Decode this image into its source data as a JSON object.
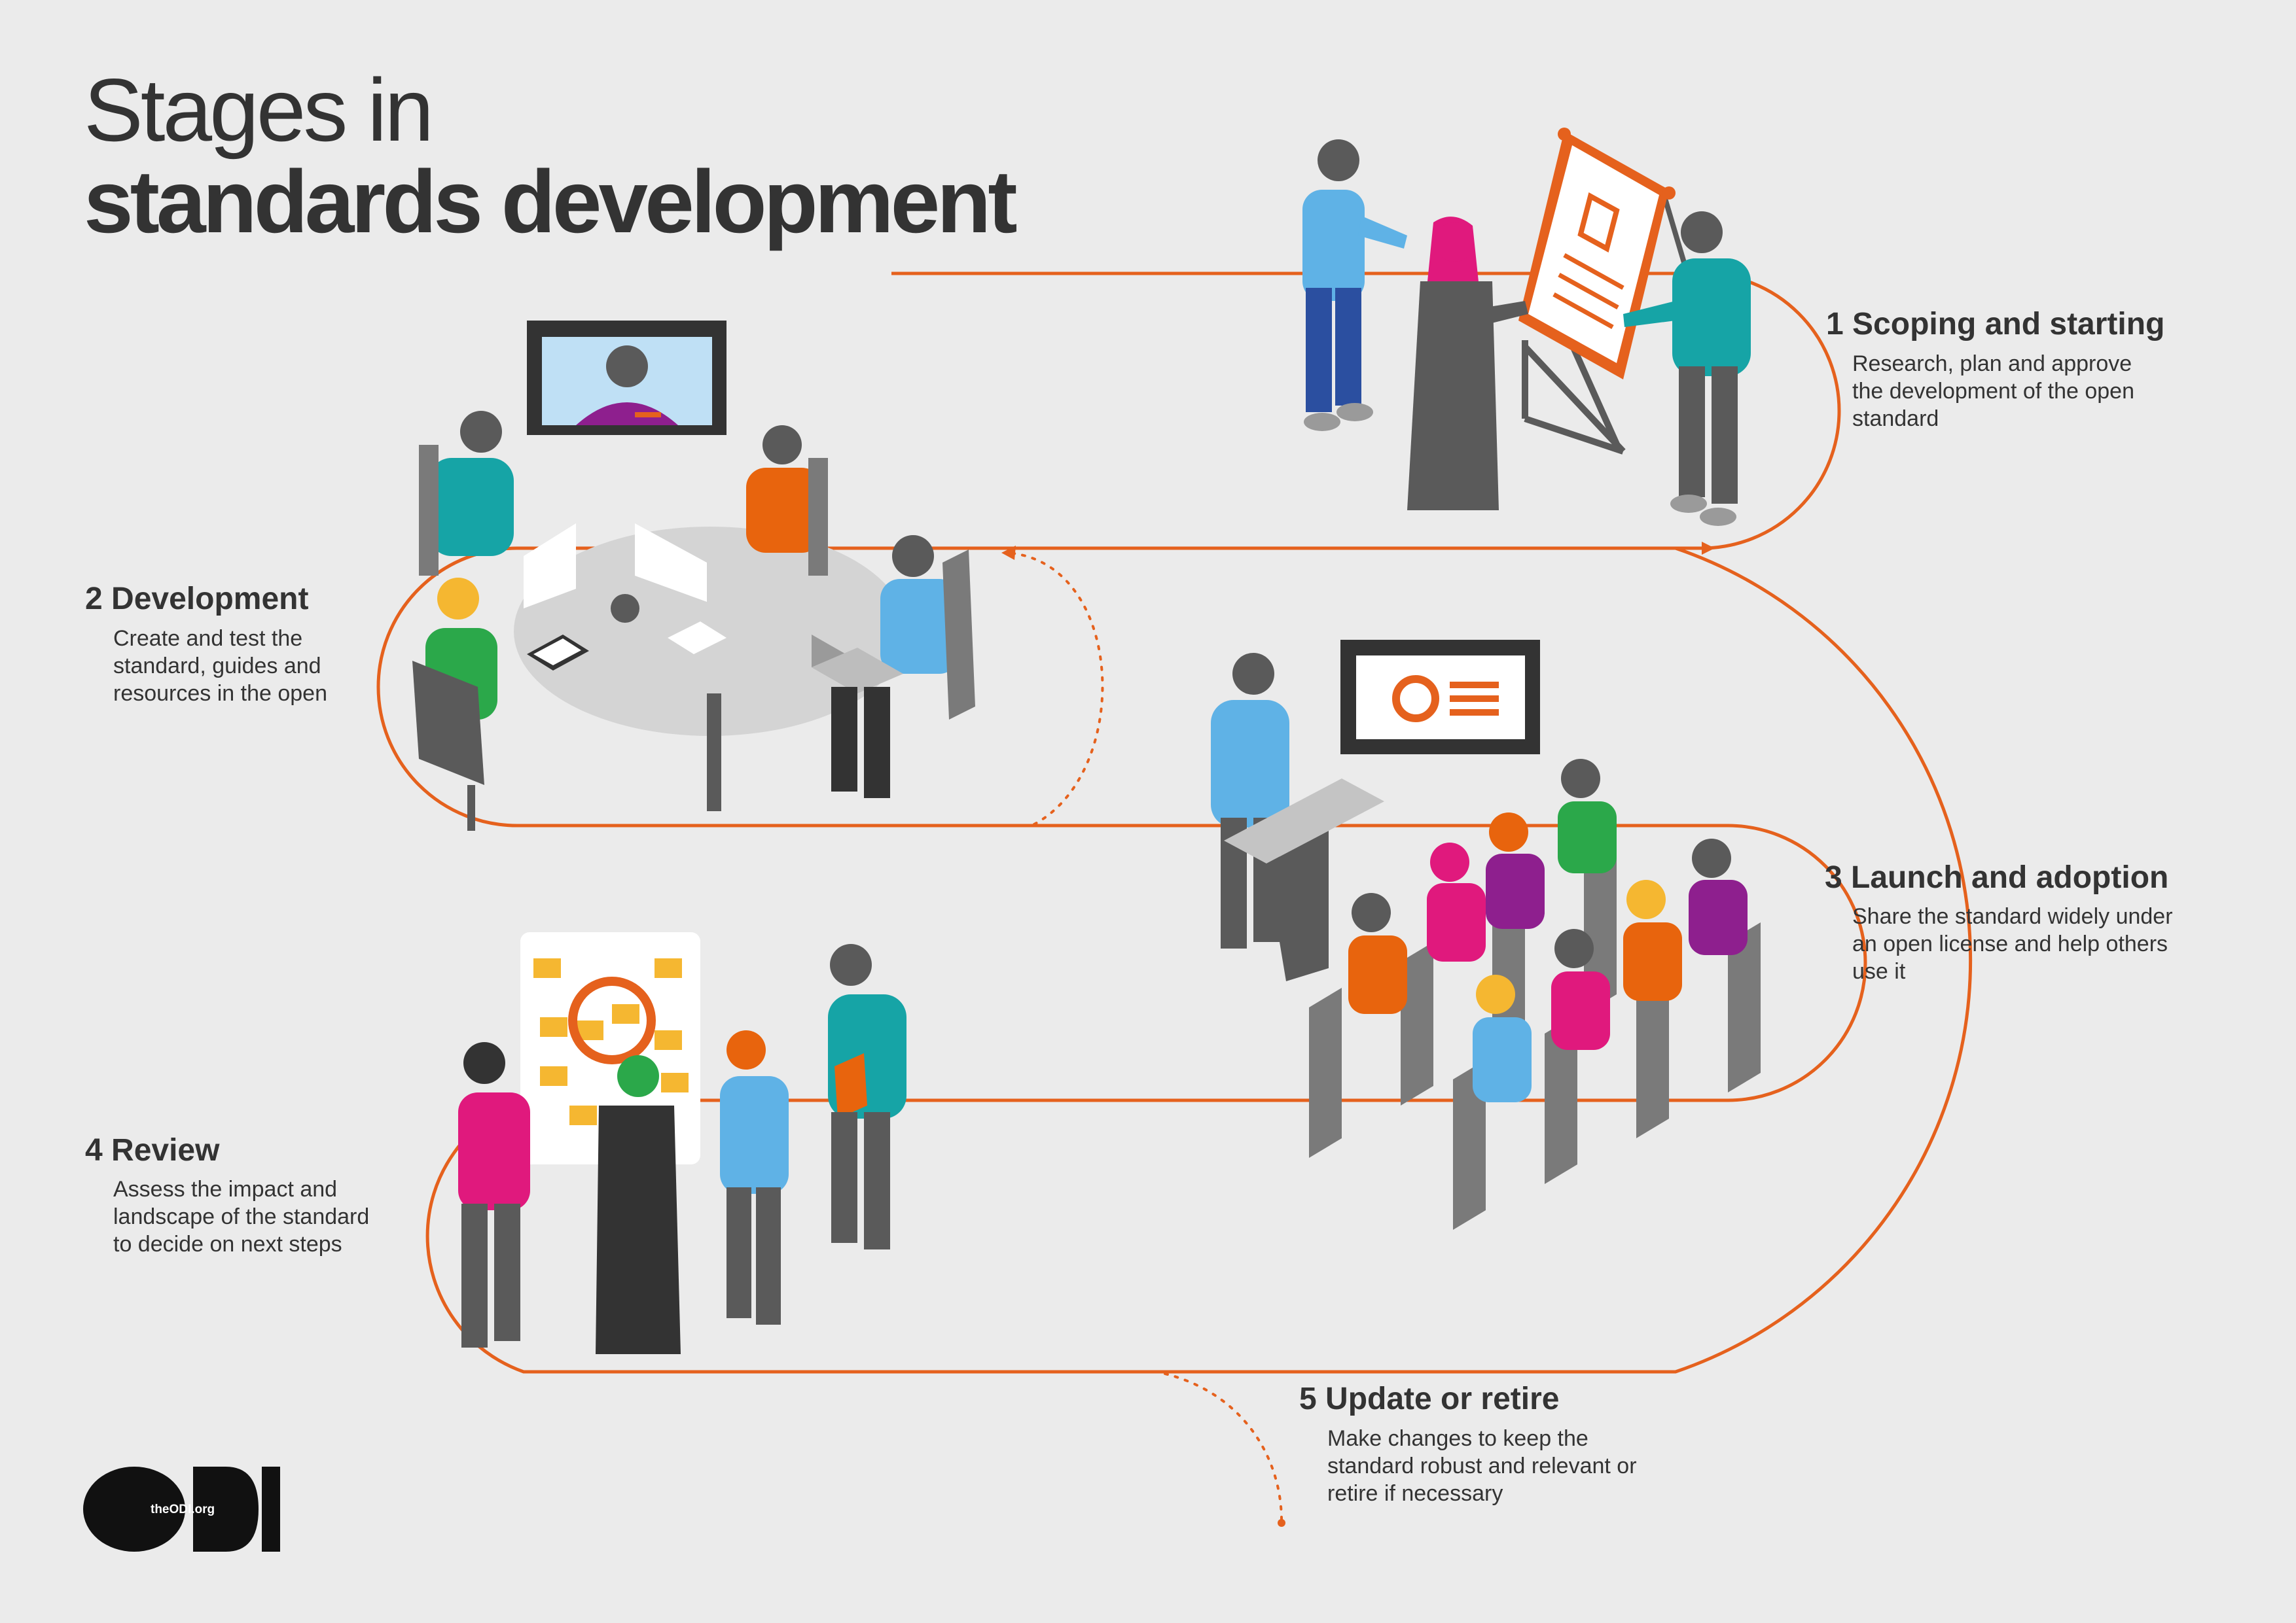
{
  "title": {
    "line1": "Stages in",
    "line2": "standards development"
  },
  "stages": [
    {
      "heading": "1 Scoping and starting",
      "description": "Research, plan and approve the development of the open standard"
    },
    {
      "heading": "2 Development",
      "description": "Create and test the standard, guides and resources in the open"
    },
    {
      "heading": "3 Launch and adoption",
      "description": "Share the standard widely under an open license and help others use it"
    },
    {
      "heading": "4 Review",
      "description": "Assess the impact and landscape of the standard to decide on next steps"
    },
    {
      "heading": "5 Update or retire",
      "description": "Make changes to keep the standard robust and relevant or retire if necessary"
    }
  ],
  "logo": {
    "name": "ODI",
    "url": "theODI.org"
  },
  "colors": {
    "background": "#ebebeb",
    "path": "#e5611d",
    "text": "#333333",
    "teal": "#16a4a6",
    "blue": "#5fb2e6",
    "magenta": "#e0197d",
    "green": "#2ba84a",
    "orange": "#e8640d",
    "purple": "#8e1f8e",
    "grey": "#5a5a5a",
    "yellow": "#f5b731"
  },
  "icons": [
    "flipchart-icon",
    "video-screen-icon",
    "presentation-screen-icon",
    "sticky-note-board-icon",
    "laptop-icon",
    "smartphone-icon",
    "book-icon",
    "odi-logo"
  ]
}
